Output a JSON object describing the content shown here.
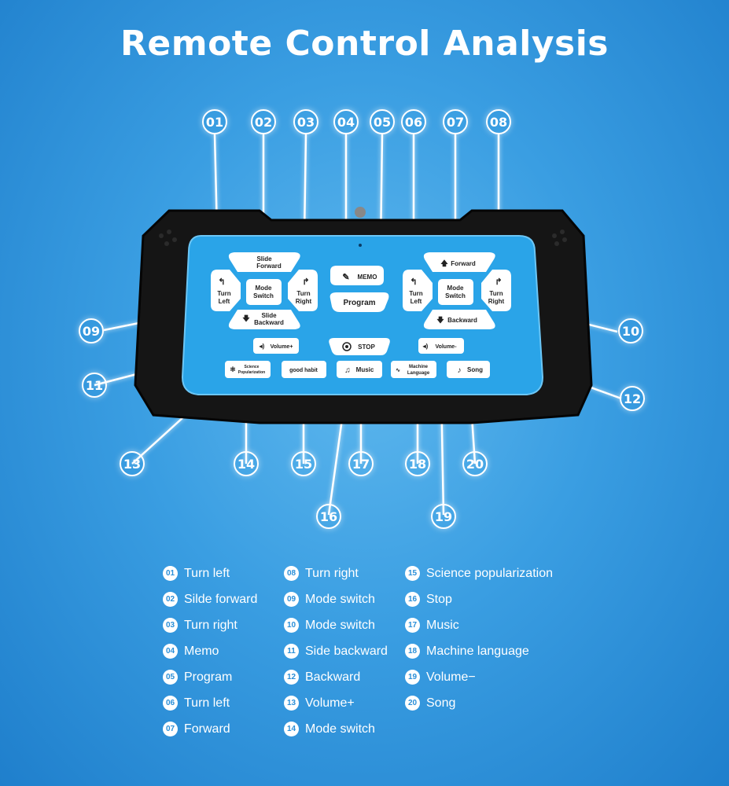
{
  "title": "Remote Control Analysis",
  "callouts": [
    "01",
    "02",
    "03",
    "04",
    "05",
    "06",
    "07",
    "08",
    "09",
    "10",
    "11",
    "12",
    "13",
    "14",
    "15",
    "16",
    "17",
    "18",
    "19",
    "20"
  ],
  "buttons": {
    "slide_forward": [
      "Slide",
      "Forward"
    ],
    "turn_left_a": [
      "Turn",
      "Left"
    ],
    "mode_switch_a": [
      "Mode",
      "Switch"
    ],
    "turn_right_a": [
      "Turn",
      "Right"
    ],
    "slide_backward": [
      "Slide",
      "Backward"
    ],
    "memo": "MEMO",
    "program": "Program",
    "forward": "Forward",
    "turn_left_b": [
      "Turn",
      "Left"
    ],
    "mode_switch_b": [
      "Mode",
      "Switch"
    ],
    "turn_right_b": [
      "Turn",
      "Right"
    ],
    "backward": "Backward",
    "volume_plus": "Volume+",
    "stop": "STOP",
    "volume_minus": "Volume-",
    "science": [
      "Science",
      "Popularization"
    ],
    "good_habit": "good habit",
    "music": "Music",
    "machine_language": [
      "Machine",
      "Language"
    ],
    "song": "Song"
  },
  "legend": {
    "col1": [
      {
        "num": "01",
        "label": "Turn left"
      },
      {
        "num": "02",
        "label": "Silde forward"
      },
      {
        "num": "03",
        "label": "Turn right"
      },
      {
        "num": "04",
        "label": "Memo"
      },
      {
        "num": "05",
        "label": "Program"
      },
      {
        "num": "06",
        "label": "Turn left"
      },
      {
        "num": "07",
        "label": "Forward"
      }
    ],
    "col2": [
      {
        "num": "08",
        "label": "Turn right"
      },
      {
        "num": "09",
        "label": "Mode switch"
      },
      {
        "num": "10",
        "label": "Mode switch"
      },
      {
        "num": "11",
        "label": "Side backward"
      },
      {
        "num": "12",
        "label": "Backward"
      },
      {
        "num": "13",
        "label": "Volume+"
      },
      {
        "num": "14",
        "label": "Mode switch"
      }
    ],
    "col3": [
      {
        "num": "15",
        "label": "Science popularization"
      },
      {
        "num": "16",
        "label": "Stop"
      },
      {
        "num": "17",
        "label": "Music"
      },
      {
        "num": "18",
        "label": "Machine language"
      },
      {
        "num": "19",
        "label": "Volume−"
      },
      {
        "num": "20",
        "label": "Song"
      }
    ]
  },
  "colors": {
    "panel": "#2aa4e8",
    "body": "#151515",
    "button": "#ffffff",
    "text": "#ffffff"
  }
}
